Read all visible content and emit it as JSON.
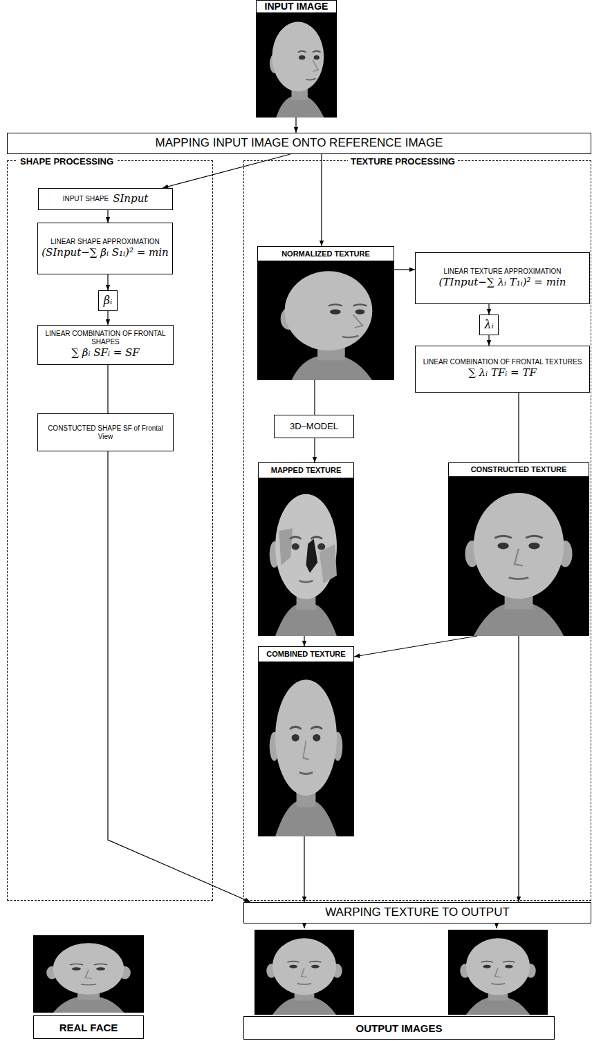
{
  "diagram": {
    "nodes": [
      {
        "text": [
          "INPUT IMAGE"
        ]
      },
      {
        "text": [
          "MAPPING INPUT IMAGE ONTO REFERENCE IMAGE"
        ]
      },
      {
        "text": [
          "SHAPE PROCESSING"
        ]
      },
      {
        "text": [
          "TEXTURE PROCESSING"
        ]
      },
      {
        "text": [
          "INPUT SHAPE",
          "SInput"
        ],
        "in": 2
      },
      {
        "text": [
          "LINEAR SHAPE APPROXIMATION",
          "(SInput−∑ βᵢ S₁ᵢ)² = min"
        ],
        "in": 2
      },
      {
        "text": [
          "βᵢ"
        ],
        "in": 2
      },
      {
        "text": [
          "LINEAR COMBINATION OF FRONTAL SHAPES",
          "∑ βᵢ SFᵢ = SF"
        ],
        "in": 2
      },
      {
        "text": [
          "CONSTUCTED SHAPE SF of Frontal View"
        ],
        "in": 2
      },
      {
        "text": [
          "NORMALIZED TEXTURE"
        ],
        "in": 3
      },
      {
        "text": [
          "LINEAR TEXTURE APPROXIMATION",
          "(TInput−∑ λᵢ T₁ᵢ)² = min"
        ],
        "in": 3
      },
      {
        "text": [
          "λᵢ"
        ],
        "in": 3
      },
      {
        "text": [
          "3D–MODEL"
        ],
        "in": 3
      },
      {
        "text": [
          "LINEAR COMBINATION OF FRONTAL TEXTURES",
          "∑ λᵢ TFᵢ = TF"
        ],
        "in": 3
      },
      {
        "text": [
          "MAPPED TEXTURE"
        ],
        "in": 3
      },
      {
        "text": [
          "CONSTRUCTED TEXTURE"
        ],
        "in": 3
      },
      {
        "text": [
          "COMBINED TEXTURE"
        ],
        "in": 3
      },
      {
        "text": [
          "WARPING TEXTURE TO OUTPUT"
        ]
      },
      {
        "text": [
          "OUTPUT IMAGES"
        ]
      },
      {
        "text": [
          "REAL FACE"
        ]
      }
    ],
    "edges": [
      {
        "from": 0,
        "to": 1,
        "arrow": "to"
      },
      {
        "from": 1,
        "to": 4,
        "arrow": "to"
      },
      {
        "from": 1,
        "to": 9,
        "arrow": "to"
      },
      {
        "from": 4,
        "to": 5,
        "arrow": "to"
      },
      {
        "from": 5,
        "to": 6,
        "arrow": "to"
      },
      {
        "from": 6,
        "to": 7,
        "arrow": "to"
      },
      {
        "from": 7,
        "to": 8,
        "arrow": "none"
      },
      {
        "from": 8,
        "to": 17,
        "arrow": "to"
      },
      {
        "from": 9,
        "to": 10,
        "arrow": "to"
      },
      {
        "from": 10,
        "to": 11,
        "arrow": "to"
      },
      {
        "from": 11,
        "to": 13,
        "arrow": "to"
      },
      {
        "from": 9,
        "to": 12,
        "arrow": "none"
      },
      {
        "from": 12,
        "to": 14,
        "arrow": "to"
      },
      {
        "from": 13,
        "to": 15,
        "arrow": "none"
      },
      {
        "from": 14,
        "to": 16,
        "arrow": "to"
      },
      {
        "from": 15,
        "to": 16,
        "arrow": "to"
      },
      {
        "from": 16,
        "to": 17,
        "arrow": "to"
      },
      {
        "from": 15,
        "to": 17,
        "arrow": "to"
      },
      {
        "from": 17,
        "to": 18,
        "arrow": "to"
      },
      {
        "from": 17,
        "to": 18,
        "arrow": "to"
      }
    ]
  }
}
